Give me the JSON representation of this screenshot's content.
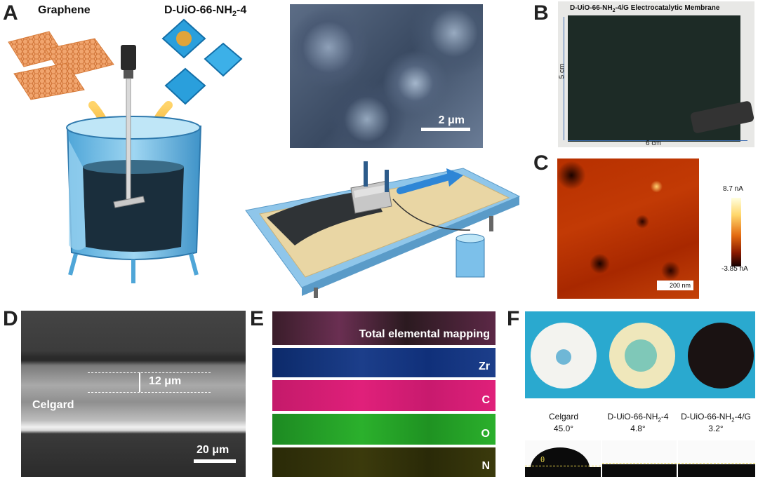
{
  "panels": {
    "a": {
      "letter": "A",
      "graphene_label": "Graphene",
      "mof_label_main": "D-UiO-66-NH",
      "mof_label_sub": "2",
      "mof_label_end": "-4",
      "sem_scale": "2 μm"
    },
    "b": {
      "letter": "B",
      "title_main": "D-UiO-66-NH",
      "title_sub": "2",
      "title_end": "-4/G Electrocatalytic Membrane",
      "height_label": "5 cm",
      "width_label": "6 cm"
    },
    "c": {
      "letter": "C",
      "cbar_max": "8.7 nA",
      "cbar_min": "-3.85 nA",
      "scale": "200 nm"
    },
    "d": {
      "letter": "D",
      "thickness": "12 μm",
      "substrate": "Celgard",
      "scale": "20 μm"
    },
    "e": {
      "letter": "E",
      "strips": [
        "Total elemental mapping",
        "Zr",
        "C",
        "O",
        "N"
      ]
    },
    "f": {
      "letter": "F",
      "samples": [
        {
          "name_main": "Celgard",
          "name_sub": "",
          "name_end": "",
          "angle": "45.0°"
        },
        {
          "name_main": "D-UiO-66-NH",
          "name_sub": "2",
          "name_end": "-4",
          "angle": "4.8°"
        },
        {
          "name_main": "D-UiO-66-NH",
          "name_sub": "2",
          "name_end": "-4/G",
          "angle": "3.2°"
        }
      ],
      "theta": "θ"
    }
  }
}
